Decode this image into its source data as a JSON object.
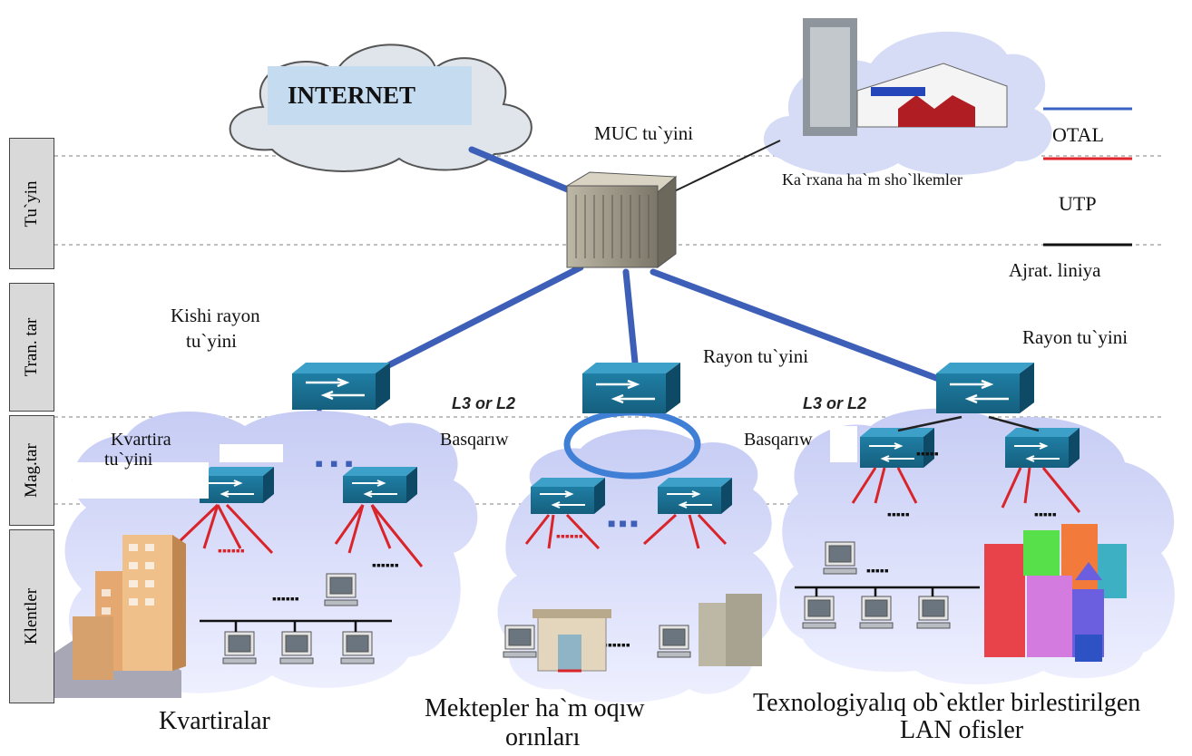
{
  "internet": "INTERNET",
  "core_node": "MUC tu`yini",
  "enterprise": "Ka`rxana ha`m sho`lkemler",
  "legend": {
    "otal": "OTAL",
    "utp": "UTP",
    "line": "Ajrat. liniya",
    "colors": {
      "otal": "#3a62c4",
      "utp": "#e0242a",
      "line": "#111111"
    }
  },
  "layers": [
    "Tu`yin",
    "Tran. tar",
    "Mag.tar",
    "Klentler"
  ],
  "small_district": [
    "Kishi rayon",
    "tu`yini"
  ],
  "district_center": "Rayon tu`yini",
  "district_right": "Rayon tu`yini",
  "l3_label": "L3 or L2",
  "control": "Basqarıw",
  "apartment_node": [
    "Kvartira",
    "tu`yini"
  ],
  "dots": "......",
  "clients": {
    "left": "Kvartiralar",
    "middle": [
      "Mektepler ha`m oqıw",
      "orınları"
    ],
    "right": [
      "Texnologiyalıq ob`ektler birlestirilgen",
      "LAN ofisler"
    ]
  }
}
